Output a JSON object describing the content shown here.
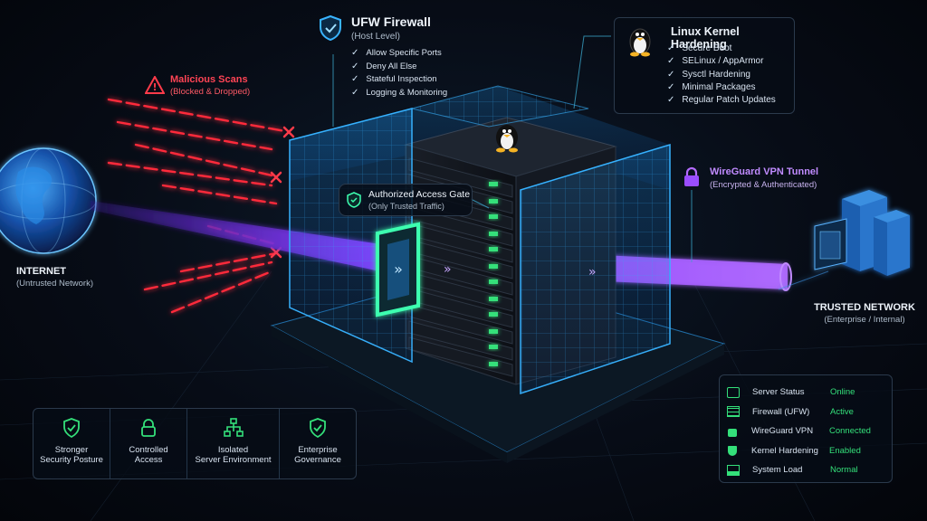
{
  "ufw": {
    "title": "UFW Firewall",
    "subtitle": "(Host Level)",
    "items": [
      "Allow Specific Ports",
      "Deny All Else",
      "Stateful Inspection",
      "Logging & Monitoring"
    ]
  },
  "kernel": {
    "title": "Linux Kernel Hardening",
    "items": [
      "Secure Boot",
      "SELinux / AppArmor",
      "Sysctl Hardening",
      "Minimal Packages",
      "Regular Patch Updates"
    ]
  },
  "malicious": {
    "title": "Malicious Scans",
    "subtitle": "(Blocked & Dropped)"
  },
  "internet": {
    "title": "INTERNET",
    "subtitle": "(Untrusted Network)"
  },
  "gate": {
    "title": "Authorized Access Gate",
    "subtitle": "(Only Trusted Traffic)"
  },
  "vpn": {
    "title": "WireGuard VPN Tunnel",
    "subtitle": "(Encrypted & Authenticated)"
  },
  "trusted": {
    "title": "TRUSTED NETWORK",
    "subtitle": "(Enterprise / Internal)"
  },
  "benefits": [
    {
      "line1": "Stronger",
      "line2": "Security Posture",
      "icon": "shield-check-icon"
    },
    {
      "line1": "Controlled",
      "line2": "Access",
      "icon": "lock-icon"
    },
    {
      "line1": "Isolated",
      "line2": "Server Environment",
      "icon": "network-icon"
    },
    {
      "line1": "Enterprise",
      "line2": "Governance",
      "icon": "shield-check-icon"
    }
  ],
  "status": [
    {
      "label": "Server Status",
      "value": "Online",
      "icon": "server-icon"
    },
    {
      "label": "Firewall (UFW)",
      "value": "Active",
      "icon": "firewall-icon"
    },
    {
      "label": "WireGuard VPN",
      "value": "Connected",
      "icon": "lock-icon"
    },
    {
      "label": "Kernel Hardening",
      "value": "Enabled",
      "icon": "shield-icon"
    },
    {
      "label": "System Load",
      "value": "Normal",
      "icon": "chart-icon"
    }
  ],
  "colors": {
    "firewall": "#2fa8ff",
    "vpn": "#9a4dff",
    "threat": "#ff2a3a",
    "ok": "#34e07a",
    "gate": "#3dffb0"
  }
}
